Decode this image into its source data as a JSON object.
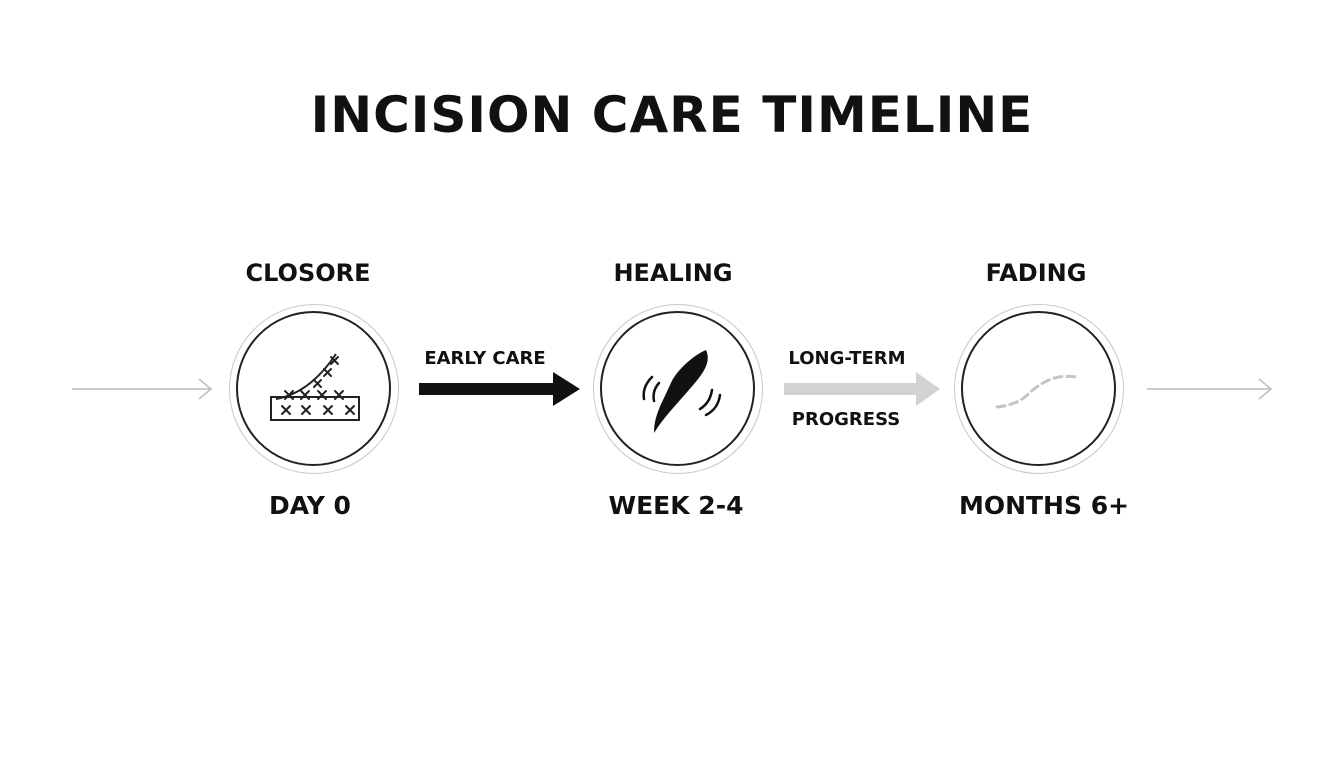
{
  "title": "INCISION CARE TIMELINE",
  "stages": [
    {
      "name": "CLOSORE",
      "time": "DAY 0",
      "icon": "stitched-incision-icon"
    },
    {
      "name": "HEALING",
      "time": "WEEK 2-4",
      "icon": "healing-scar-icon"
    },
    {
      "name": "FADING",
      "time": "MONTHS 6+",
      "icon": "faded-scar-icon"
    }
  ],
  "connectors": [
    {
      "label": "EARLY CARE",
      "color": "#111111"
    },
    {
      "label_line1": "LONG-TERM",
      "label_line2": "PROGRESS",
      "color": "#d2d2d2"
    }
  ],
  "colors": {
    "text": "#111111",
    "arrow_dark": "#111111",
    "arrow_light": "#d2d2d2",
    "edge_line": "#bdbdbd"
  }
}
